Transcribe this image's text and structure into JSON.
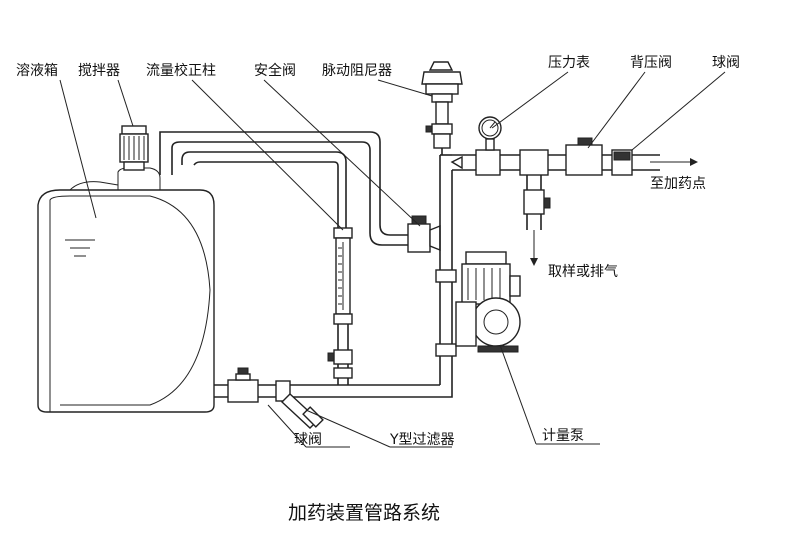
{
  "caption": "加药装置管路系统",
  "labels": {
    "tank": "溶液箱",
    "mixer": "搅拌器",
    "flow_column": "流量校正柱",
    "safety_valve": "安全阀",
    "pulse_damper": "脉动阻尼器",
    "pressure_gauge": "压力表",
    "back_pressure_valve": "背压阀",
    "ball_valve_top": "球阀",
    "to_dosing_point": "至加药点",
    "sample_or_vent": "取样或排气",
    "ball_valve_bottom": "球阀",
    "y_filter": "Y型过滤器",
    "metering_pump": "计量泵"
  }
}
